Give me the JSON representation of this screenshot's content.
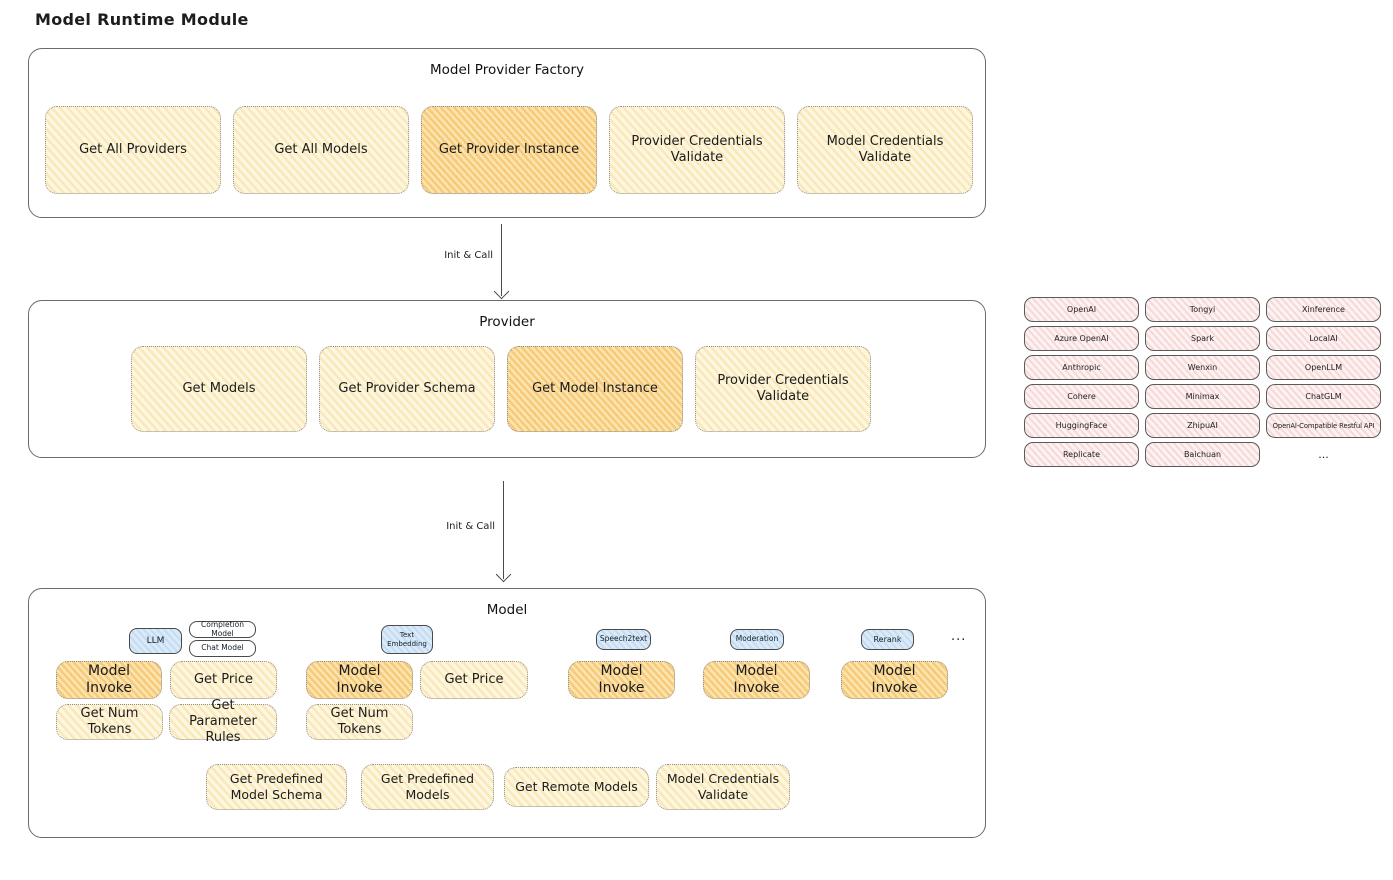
{
  "page_title": "Model Runtime Module",
  "factory": {
    "title": "Model Provider Factory",
    "buttons": [
      "Get All Providers",
      "Get All Models",
      "Get Provider Instance",
      "Provider Credentials Validate",
      "Model Credentials Validate"
    ]
  },
  "arrow1_label": "Init & Call",
  "arrow2_label": "Init & Call",
  "provider": {
    "title": "Provider",
    "buttons": [
      "Get Models",
      "Get Provider Schema",
      "Get Model Instance",
      "Provider Credentials Validate"
    ]
  },
  "providers_grid": {
    "items": [
      "OpenAI",
      "Tongyi",
      "Xinference",
      "Azure OpenAI",
      "Spark",
      "LocalAI",
      "Anthropic",
      "Wenxin",
      "OpenLLM",
      "Cohere",
      "Minimax",
      "ChatGLM",
      "HuggingFace",
      "ZhipuAI",
      "OpenAI-Compatible Restful API",
      "Replicate",
      "Baichuan"
    ],
    "more": "..."
  },
  "model": {
    "title": "Model",
    "chips": {
      "llm": "LLM",
      "completion": "Completion Model",
      "chat": "Chat Model",
      "text_embedding": "Text Embedding",
      "speech2text": "Speech2text",
      "moderation": "Moderation",
      "rerank": "Rerank"
    },
    "more": "...",
    "buttons": {
      "model_invoke": "Model Invoke",
      "get_price": "Get Price",
      "get_num_tokens": "Get Num Tokens",
      "get_parameter_rules": "Get Parameter Rules",
      "get_predefined_model_schema": "Get Predefined Model Schema",
      "get_predefined_models": "Get Predefined Models",
      "get_remote_models": "Get Remote Models",
      "model_credentials_validate": "Model Credentials Validate"
    }
  },
  "colors": {
    "yellow_fill": "#fdf7e1",
    "yellow_hatch": "#f4c658",
    "orange_highlight_fill": "#fbe6b4",
    "orange_hatch": "#f0a635",
    "pink_fill": "#fdf2f2",
    "pink_hatch": "#e79494",
    "blue_chip_fill": "#daeaf8",
    "border_dark": "#4a4a4a"
  }
}
